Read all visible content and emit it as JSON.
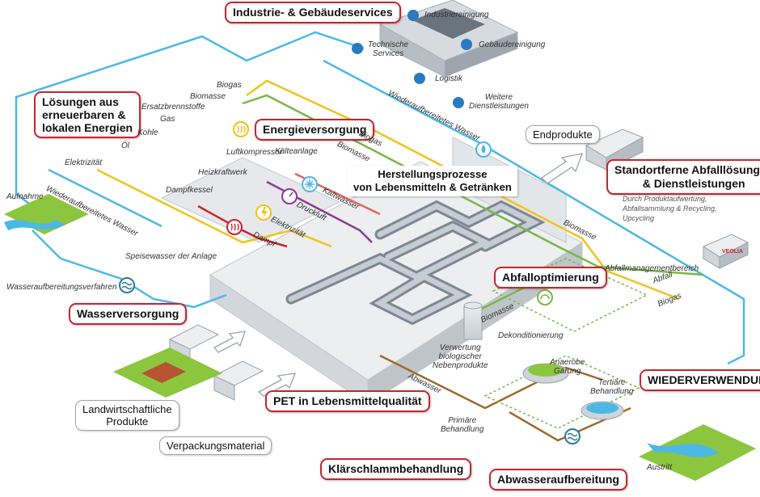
{
  "headings": {
    "industrie": "Industrie- & Gebäudeservices",
    "loesungen_1": "Lösungen aus",
    "loesungen_2": "erneuerbaren &",
    "loesungen_3": "lokalen Energien",
    "energie": "Energieversorgung",
    "wasserversorgung": "Wasserversorgung",
    "abfalloptimierung": "Abfalloptimierung",
    "standortferne_1": "Standortferne Abfalllösungen",
    "standortferne_2": "& Dienstleistungen",
    "wiederverwendung": "WIEDERVERWENDUNG",
    "pet": "PET in Lebensmittelqualität",
    "klaerschlamm": "Klärschlammbehandlung",
    "abwasser": "Abwasseraufbereitung"
  },
  "grey_boxes": {
    "endprodukte": "Endprodukte",
    "landwirt_1": "Landwirtschaftliche",
    "landwirt_2": "Produkte",
    "verpackung": "Verpackungsmaterial"
  },
  "white_headings": {
    "herstellung_1": "Herstellungsprozesse",
    "herstellung_2": "von Lebensmitteln & Getränken"
  },
  "services": {
    "industriereinigung": "Industriereinigung",
    "technische_1": "Technische",
    "technische_2": "Services",
    "gebaeudereinigung": "Gebäudereinigung",
    "logistik": "Logistik",
    "weitere_1": "Weitere",
    "weitere_2": "Dienstleistungen"
  },
  "offsite_desc": {
    "line1": "Durch Produktaufwertung,",
    "line2": "Abfallsammlung & Recycling,",
    "line3": "Upcycling"
  },
  "labels": {
    "biogas_top": "Biogas",
    "biomasse_top": "Biomasse",
    "ersatzbrennstoffe": "Ersatzbrennstoffe",
    "gas": "Gas",
    "kohle": "Kohle",
    "oel": "Öl",
    "elektrizitaet_left": "Elektrizität",
    "wiederaufbereitetes_left": "Wiederaufbereitetes Wasser",
    "wiederaufbereitetes_top": "Wiederaufbereitetes Wasser",
    "aufnahme": "Aufnahme",
    "speisewasser": "Speisewasser der Anlage",
    "wasseraufbereitungsverfahren": "Wasseraufbereitungsverfahren",
    "luftkompressor": "Luftkompressor",
    "kaelteanlage": "Kälteanlage",
    "heizkraftwerk": "Heizkraftwerk",
    "dampfkessel": "Dampfkessel",
    "kaltwasser": "Kaltwasser",
    "druckluft": "Druckluft",
    "elektrizitaet_mid": "Elektrizität",
    "dampf": "Dampf",
    "biogas_mid": "Biogas",
    "biomasse_mid": "Biomasse",
    "biomasse_right": "Biomasse",
    "abfallmanagementbereich": "Abfallmanagementbereich",
    "abfall": "Abfall",
    "biogas_right": "Biogas",
    "biomasse_lower": "Biomasse",
    "dekonditionierung": "Dekonditionierung",
    "verwertung_1": "Verwertung",
    "verwertung_2": "biologischer",
    "verwertung_3": "Nebenprodukte",
    "anaerobe_1": "Anaerobe",
    "anaerobe_2": "Gärung",
    "tertiaere_1": "Tertiäre",
    "tertiaere_2": "Behandlung",
    "primaere_1": "Primäre",
    "primaere_2": "Behandlung",
    "abwasser_line": "Abwasser",
    "austritt": "Austritt",
    "truck_brand": "VEOLIA"
  },
  "colors": {
    "water": "#4cb8e6",
    "biogas": "#f2c31a",
    "biomass": "#7ab648",
    "steam": "#c8242f",
    "cold_water": "#e2675b",
    "compressed_air": "#8b3a96",
    "wastewater": "#9a6a2c",
    "electricity": "#f2c31a",
    "accent_red": "#c8242f"
  }
}
